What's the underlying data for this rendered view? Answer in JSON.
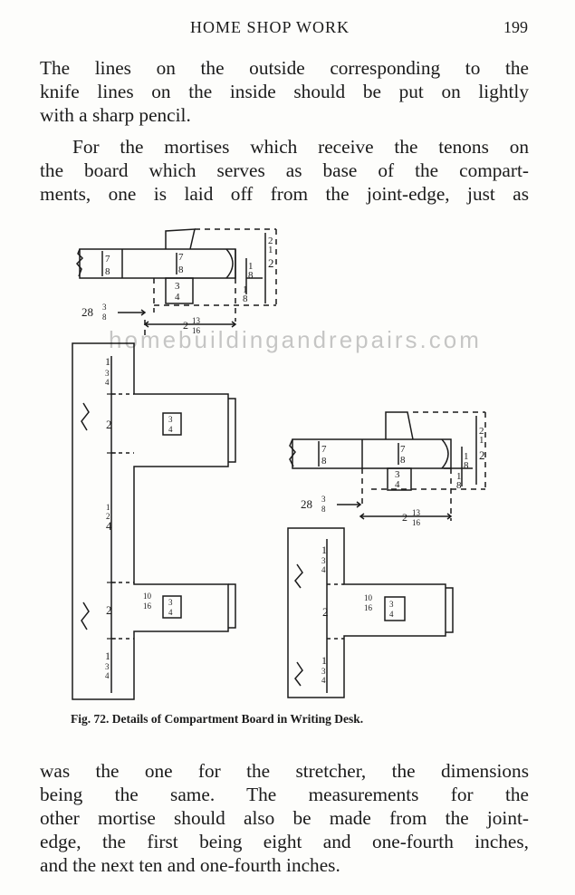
{
  "header": {
    "running_title": "HOME SHOP WORK",
    "page_number": "199"
  },
  "paragraphs": {
    "p1": [
      "The lines on the outside corresponding to the",
      "knife lines on the inside should be put on lightly",
      "with a sharp pencil."
    ],
    "p2": [
      "For the mortises which receive the tenons on",
      "the board which serves as base of the compart-",
      "ments, one is laid off from the joint-edge, just as"
    ],
    "p3": [
      "was the one for the stretcher, the dimensions",
      "being the same.  The measurements for the",
      "other mortise should also be made from the joint-",
      "edge, the first being eight and one-fourth inches,",
      "and the next ten and one-fourth inches."
    ]
  },
  "figure": {
    "caption": "Fig. 72.  Details of Compartment Board in Writing Desk.",
    "watermark": "homebuildingandrepairs.com",
    "dims": {
      "seven_eighths": [
        "7",
        "8"
      ],
      "three_quarters": [
        "3",
        "4"
      ],
      "one_eighth": [
        "1",
        "8"
      ],
      "two_and_half": [
        "2",
        "1",
        "2"
      ],
      "twenty_eight_three_eighths": [
        "28",
        "3",
        "8"
      ],
      "two_thirteen_sixteenths": [
        "2",
        "13",
        "16"
      ],
      "one_three_quarters": [
        "1",
        "3",
        "4"
      ],
      "two": "2",
      "four_and_half": [
        "4",
        "1",
        "2"
      ],
      "ten_sixteenths": [
        "10",
        "16"
      ]
    }
  }
}
